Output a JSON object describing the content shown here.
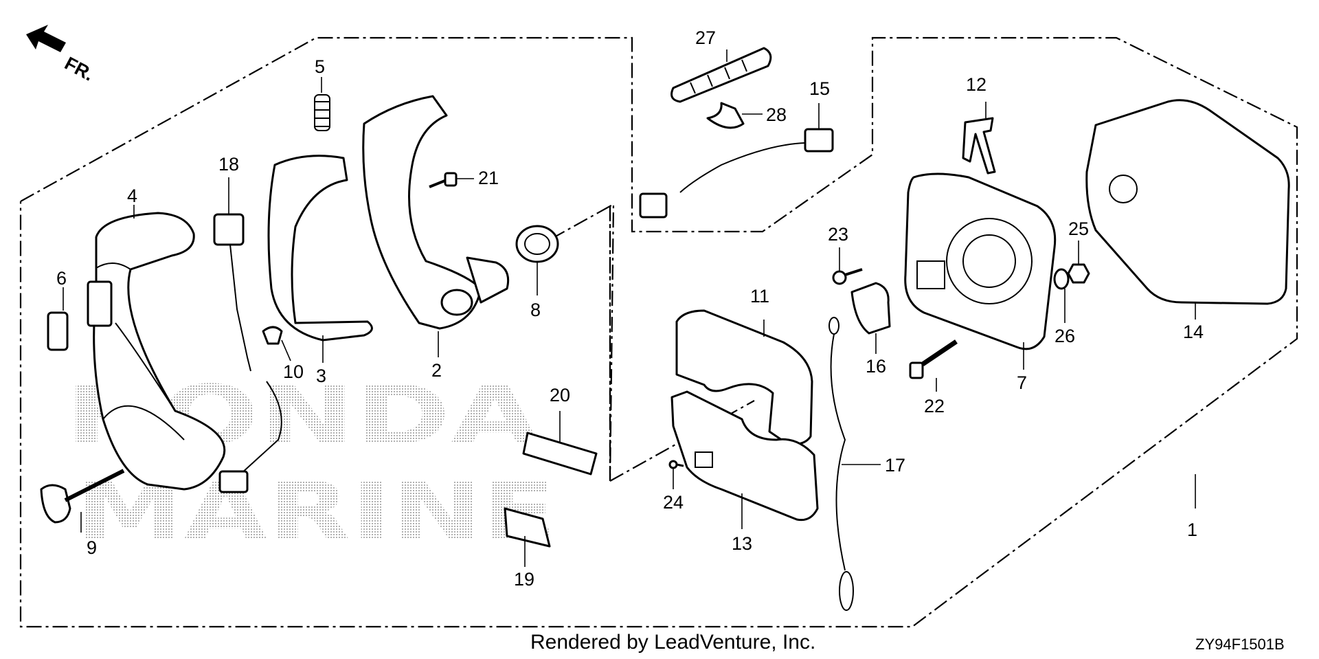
{
  "direction_indicator": "FR.",
  "watermark": {
    "line1": "HONDA",
    "line2": "MARINE"
  },
  "footer": {
    "credit": "Rendered by LeadVenture, Inc.",
    "diagram_code": "ZY94F1501B"
  },
  "callouts": {
    "p1": "1",
    "p2": "2",
    "p3": "3",
    "p4": "4",
    "p5": "5",
    "p6": "6",
    "p7": "7",
    "p8": "8",
    "p9": "9",
    "p10": "10",
    "p11": "11",
    "p12": "12",
    "p13": "13",
    "p14": "14",
    "p15": "15",
    "p16": "16",
    "p17": "17",
    "p18": "18",
    "p19": "19",
    "p20": "20",
    "p21": "21",
    "p22": "22",
    "p23": "23",
    "p24": "24",
    "p25": "25",
    "p26": "26",
    "p27": "27",
    "p28": "28"
  }
}
